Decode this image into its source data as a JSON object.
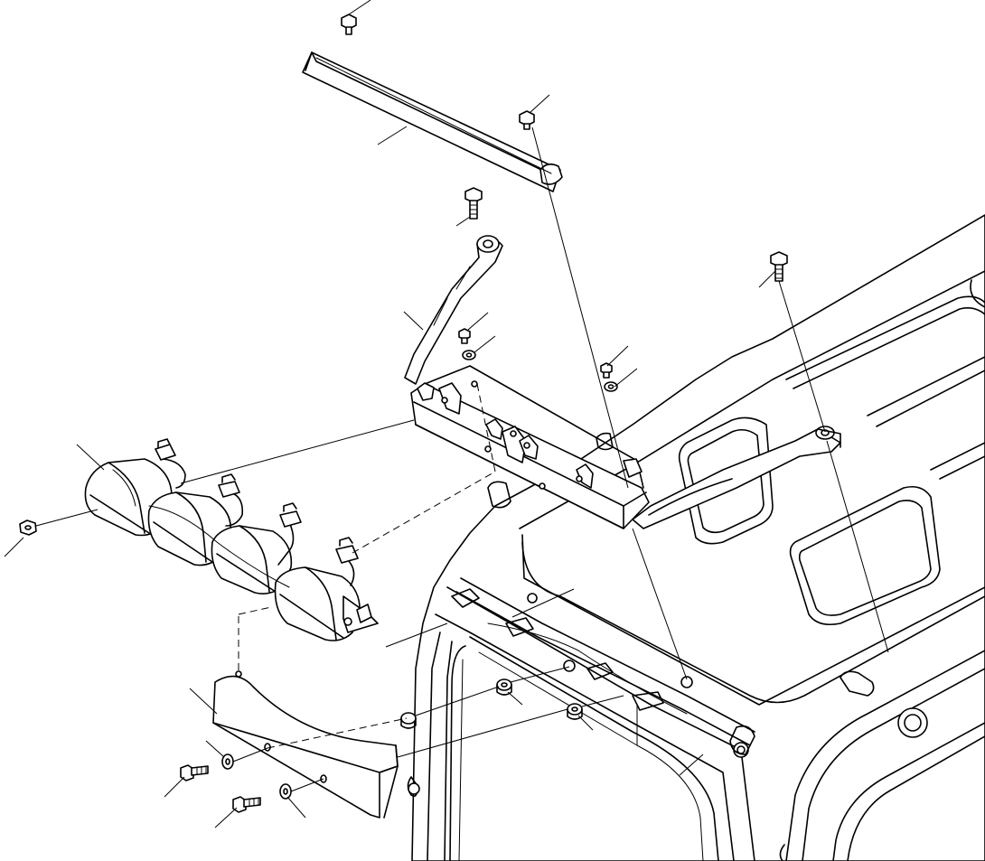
{
  "diagram": {
    "type": "exploded-parts-view",
    "text_labels": [],
    "colors": {
      "line": "#000000",
      "background": "#ffffff"
    },
    "parts": [
      {
        "name": "cab-roof-structure"
      },
      {
        "name": "top-trim-strip"
      },
      {
        "name": "lamp-mount-bracket"
      },
      {
        "name": "work-lamp-cluster"
      },
      {
        "name": "side-cover-plate"
      },
      {
        "name": "bolts-and-washers"
      }
    ]
  }
}
